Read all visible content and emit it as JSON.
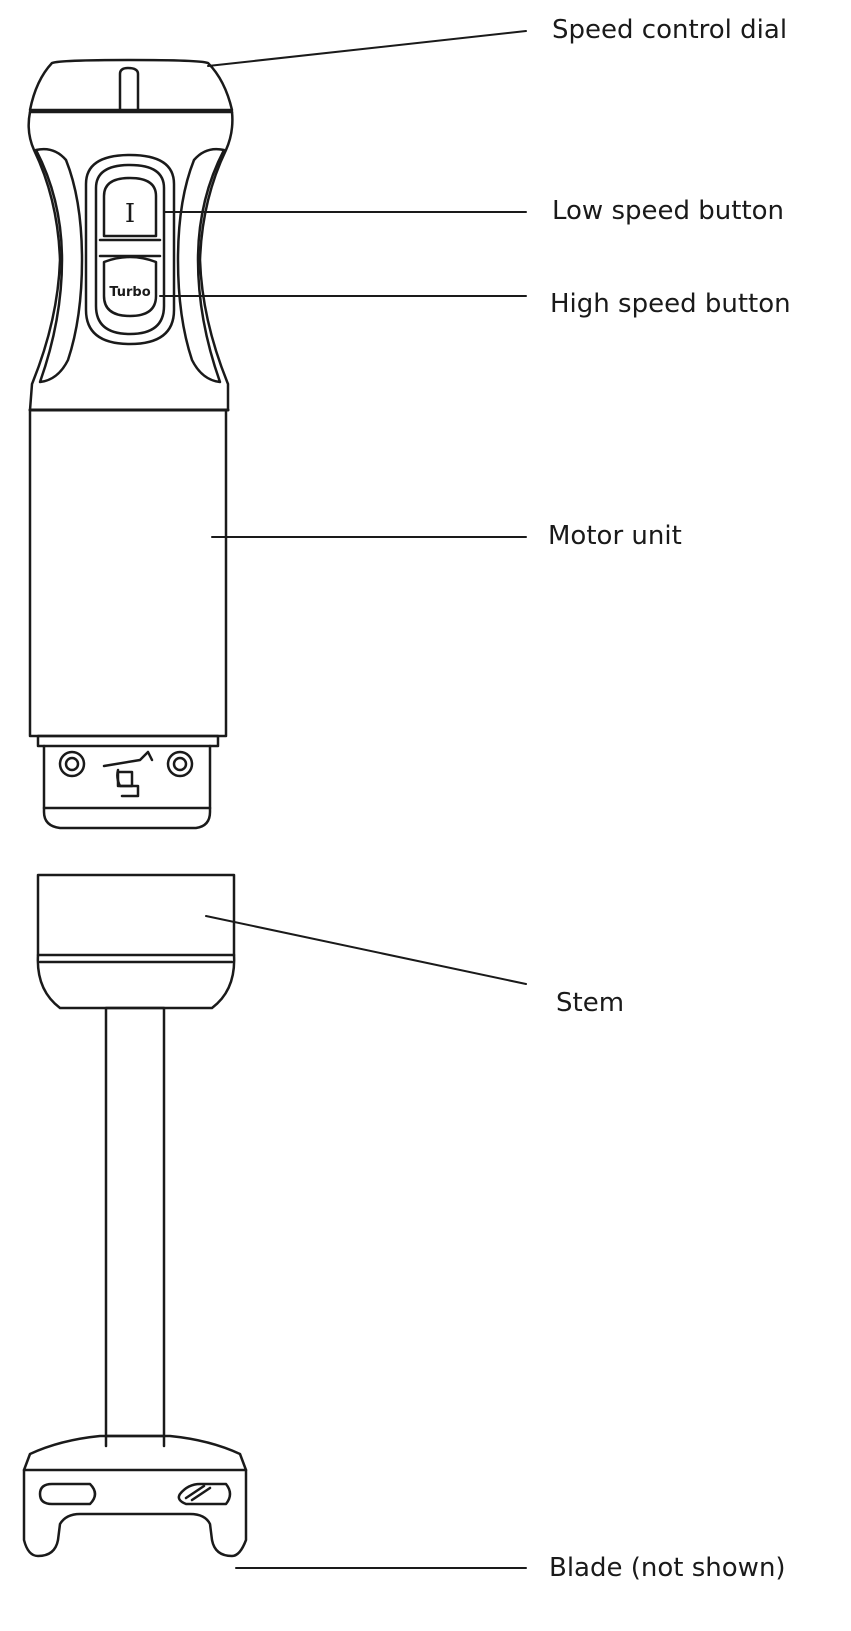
{
  "diagram": {
    "labels": {
      "speed_control_dial": "Speed control dial",
      "low_speed_button": "Low speed button",
      "high_speed_button": "High speed button",
      "motor_unit": "Motor unit",
      "stem": "Stem",
      "blade": "Blade (not shown)"
    },
    "button_marks": {
      "low": "I",
      "high": "Turbo"
    },
    "colors": {
      "stroke": "#1a1a1a",
      "background": "#ffffff"
    }
  }
}
